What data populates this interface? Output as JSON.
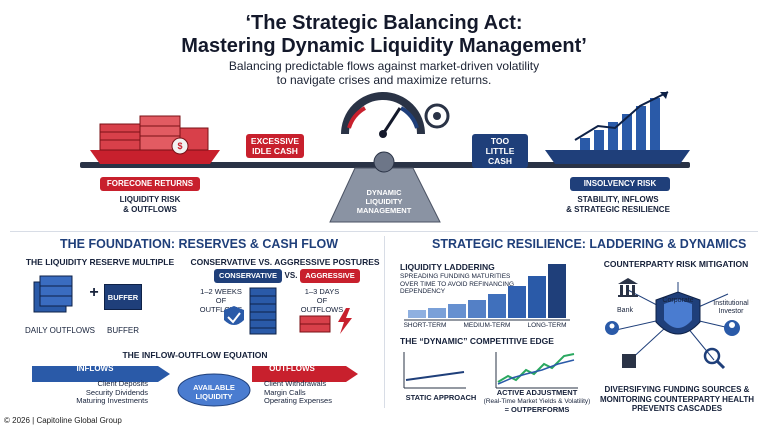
{
  "header": {
    "title_line1": "‘The Strategic Balancing Act:",
    "title_line2": "Mastering Dynamic Liquidity Management’",
    "subtitle_line1": "Balancing predictable flows against market-driven volatility",
    "subtitle_line2": "to navigate crises and maximize returns."
  },
  "balance": {
    "left_tag": [
      "EXCESSIVE",
      "IDLE CASH"
    ],
    "left_banner": "FORECONE RETURNS",
    "left_caption": [
      "LIQUIDITY RISK",
      "& OUTFLOWS"
    ],
    "fulcrum": [
      "DYNAMIC",
      "LIQUIDITY",
      "MANAGEMENT"
    ],
    "right_tag": [
      "TOO LITTLE",
      "CASH"
    ],
    "right_banner": "INSOLVENCY RISK",
    "right_caption": [
      "STABILITY, INFLOWS",
      "& STRATEGIC RESILIENCE"
    ],
    "colors": {
      "red": "#c8202d",
      "navy": "#1f3f7a"
    }
  },
  "foundation": {
    "title": "THE FOUNDATION: RESERVES & CASH FLOW",
    "multiple_title": "THE LIQUIDITY RESERVE MULTIPLE",
    "buffer_box": "BUFFER",
    "daily_outflows": "DAILY OUTFLOWS",
    "plus": "+",
    "buffer_label": "BUFFER",
    "postures_title": "CONSERVATIVE VS. AGGRESSIVE POSTURES",
    "conservative": "CONSERVATIVE",
    "vs": "VS.",
    "aggressive": "AGGRESSIVE",
    "conservative_desc": [
      "1–2 WEEKS",
      "OF OUTFLOWS"
    ],
    "aggressive_desc": [
      "1–3 DAYS",
      "OF OUTFLOWS"
    ],
    "equation_title": "THE INFLOW-OUTFLOW EQUATION",
    "inflows": "INFLOWS",
    "inflow_items": [
      "Client Deposits",
      "Security Dividends",
      "Maturing Investments"
    ],
    "available": [
      "AVAILABLE",
      "LIQUIDITY"
    ],
    "outflows": "OUTFLOWS",
    "outflow_items": [
      "Client Withdrawals",
      "Margin Calls",
      "Operating Expenses"
    ]
  },
  "resilience": {
    "title": "STRATEGIC RESILIENCE: LADDERING & DYNAMICS",
    "laddering_title": "LIQUIDITY LADDERING",
    "laddering_desc": [
      "SPREADING FUNDING MATURITIES",
      "OVER TIME TO AVOID REFINANCING",
      "DEPENDENCY"
    ],
    "ladder_labels": [
      "SHORT-TERM",
      "MEDIUM-TERM",
      "LONG-TERM"
    ],
    "edge_title": "THE “DYNAMIC” COMPETITIVE EDGE",
    "static_label": "STATIC APPROACH",
    "active_label": "ACTIVE ADJUSTMENT",
    "active_desc": [
      "(Real-Time Market Yields & Volatility)",
      "= OUTPERFORMS"
    ],
    "counterparty_title": "COUNTERPARTY RISK MITIGATION",
    "nodes": [
      "Bank",
      "Corporate",
      "Institutional",
      "Investor"
    ],
    "counterparty_caption": [
      "DIVERSIFYING FUNDING SOURCES &",
      "MONITORING COUNTERPARTY HEALTH",
      "PREVENTS CASCADES"
    ]
  },
  "footer": {
    "copyright": "© 2026 | Capitoline Global Group"
  }
}
